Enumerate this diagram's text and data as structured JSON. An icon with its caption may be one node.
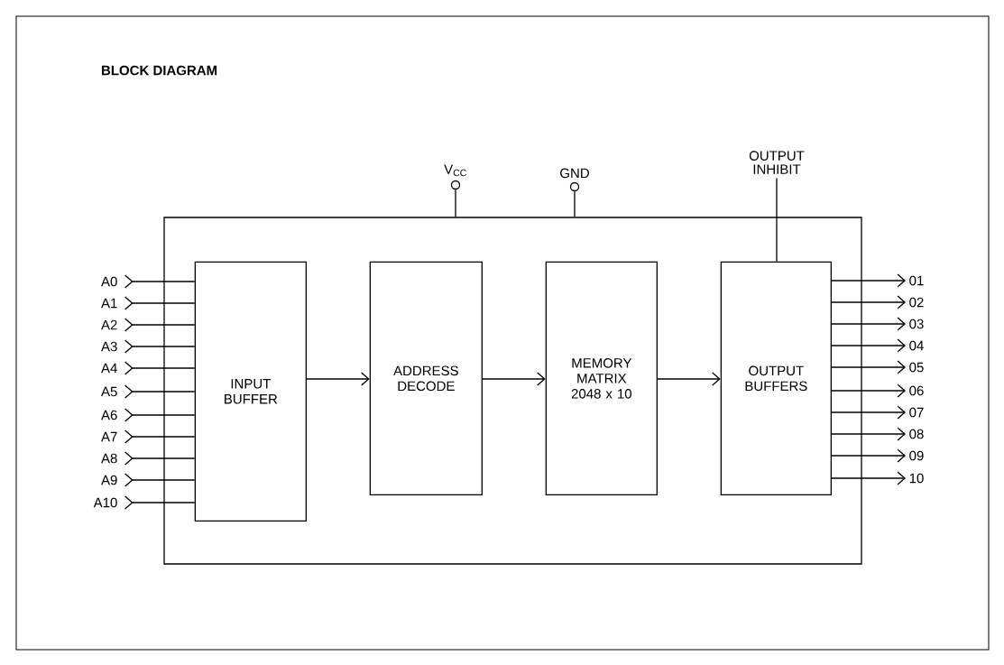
{
  "diagram": {
    "title": "BLOCK DIAGRAM",
    "nodes": [
      {
        "text": [],
        "shape": "box"
      },
      {
        "text": [
          "INPUT BUFFER"
        ],
        "in": 0
      },
      {
        "text": [
          "ADDRESS DECODE"
        ],
        "in": 0
      },
      {
        "text": [
          "MEMORY MATRIX 2048 x 10"
        ],
        "in": 0
      },
      {
        "text": [
          "OUTPUT BUFFERS"
        ],
        "in": 0
      },
      {
        "text": [],
        "shape": "circle",
        "beside": [
          "V$_{CC}$"
        ]
      },
      {
        "text": [],
        "shape": "circle",
        "beside": [
          "GND"
        ]
      },
      {
        "text": [
          "OUTPUT INHIBIT"
        ]
      },
      {
        "text": [
          "A0"
        ]
      },
      {
        "text": [
          "A1"
        ]
      },
      {
        "text": [
          "A2"
        ]
      },
      {
        "text": [
          "A3"
        ]
      },
      {
        "text": [
          "A4"
        ]
      },
      {
        "text": [
          "A5"
        ]
      },
      {
        "text": [
          "A6"
        ]
      },
      {
        "text": [
          "A7"
        ]
      },
      {
        "text": [
          "A8"
        ]
      },
      {
        "text": [
          "A9"
        ]
      },
      {
        "text": [
          "A10"
        ]
      },
      {
        "text": [
          "01"
        ]
      },
      {
        "text": [
          "02"
        ]
      },
      {
        "text": [
          "03"
        ]
      },
      {
        "text": [
          "04"
        ]
      },
      {
        "text": [
          "05"
        ]
      },
      {
        "text": [
          "06"
        ]
      },
      {
        "text": [
          "07"
        ]
      },
      {
        "text": [
          "08"
        ]
      },
      {
        "text": [
          "09"
        ]
      },
      {
        "text": [
          "10"
        ]
      }
    ],
    "edges": [
      {
        "from": 1,
        "to": 2,
        "arrow": "to"
      },
      {
        "from": 2,
        "to": 3,
        "arrow": "to"
      },
      {
        "from": 3,
        "to": 4,
        "arrow": "to"
      },
      {
        "from": 5,
        "to": 0,
        "arrow": "none"
      },
      {
        "from": 6,
        "to": 0,
        "arrow": "none"
      },
      {
        "from": 7,
        "to": 4,
        "arrow": "none"
      },
      {
        "from": 8,
        "to": 1,
        "arrow": "other"
      },
      {
        "from": 9,
        "to": 1,
        "arrow": "other"
      },
      {
        "from": 10,
        "to": 1,
        "arrow": "other"
      },
      {
        "from": 11,
        "to": 1,
        "arrow": "other"
      },
      {
        "from": 12,
        "to": 1,
        "arrow": "other"
      },
      {
        "from": 13,
        "to": 1,
        "arrow": "other"
      },
      {
        "from": 14,
        "to": 1,
        "arrow": "other"
      },
      {
        "from": 15,
        "to": 1,
        "arrow": "other"
      },
      {
        "from": 16,
        "to": 1,
        "arrow": "other"
      },
      {
        "from": 17,
        "to": 1,
        "arrow": "other"
      },
      {
        "from": 18,
        "to": 1,
        "arrow": "other"
      },
      {
        "from": 4,
        "to": 19,
        "arrow": "to"
      },
      {
        "from": 4,
        "to": 20,
        "arrow": "to"
      },
      {
        "from": 4,
        "to": 21,
        "arrow": "to"
      },
      {
        "from": 4,
        "to": 22,
        "arrow": "to"
      },
      {
        "from": 4,
        "to": 23,
        "arrow": "to"
      },
      {
        "from": 4,
        "to": 24,
        "arrow": "to"
      },
      {
        "from": 4,
        "to": 25,
        "arrow": "to"
      },
      {
        "from": 4,
        "to": 26,
        "arrow": "to"
      },
      {
        "from": 4,
        "to": 27,
        "arrow": "to"
      },
      {
        "from": 4,
        "to": 28,
        "arrow": "to"
      }
    ]
  }
}
